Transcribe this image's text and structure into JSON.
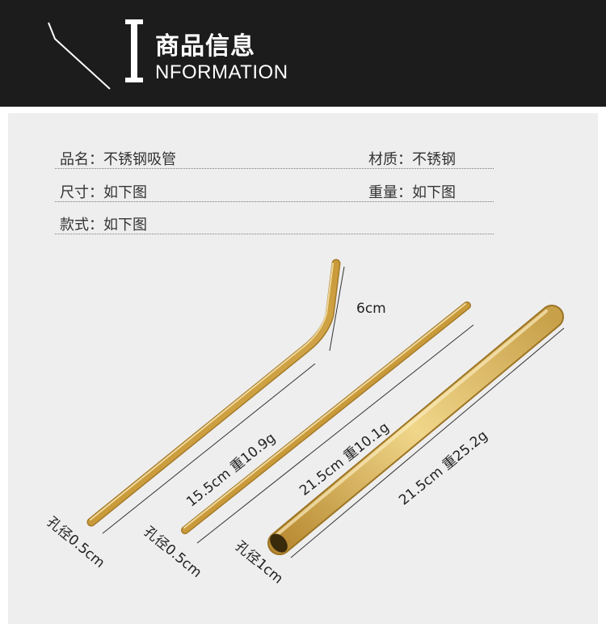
{
  "header": {
    "title_letter": "I",
    "title_cn": "商品信息",
    "title_en": "NFORMATION"
  },
  "info": {
    "row1_left": "品名：不锈钢吸管",
    "row1_right": "材质：不锈钢",
    "row2_left": "尺寸：如下图",
    "row2_right": "重量：如下图",
    "row3_left": "款式：如下图"
  },
  "straws": {
    "bent_top": "6cm",
    "bent_spec": "15.5cm 重10.9g",
    "bent_hole": "孔径0.5cm",
    "straight_spec": "21.5cm 重10.1g",
    "straight_hole": "孔径0.5cm",
    "wide_spec": "21.5cm 重25.2g",
    "wide_hole": "孔径1cm"
  },
  "colors": {
    "header_bg": "#1c1c1c",
    "panel_bg": "#eeeeee",
    "gold": "#d4ad54"
  }
}
